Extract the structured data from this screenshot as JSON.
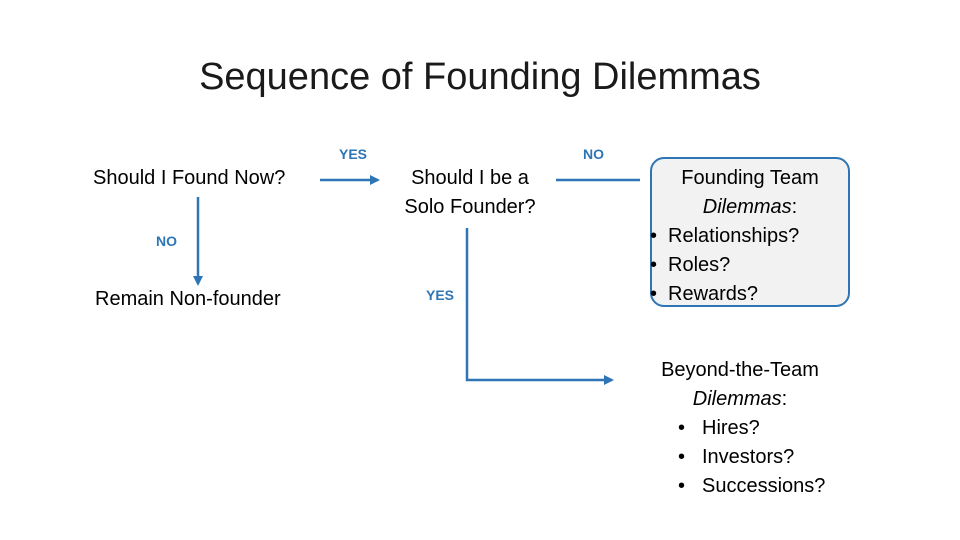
{
  "title": "Sequence of Founding Dilemmas",
  "nodes": {
    "found_now": "Should I Found Now?",
    "remain": "Remain Non-founder",
    "solo_line1": "Should I be a",
    "solo_line2": "Solo Founder?",
    "team_heading": "Founding Team",
    "team_dilemmas": "Dilemmas",
    "team_items": [
      "Relationships?",
      "Roles?",
      "Rewards?"
    ],
    "beyond_heading": "Beyond-the-Team",
    "beyond_dilemmas": "Dilemmas",
    "beyond_items": [
      "Hires?",
      "Investors?",
      "Successions?"
    ],
    "colon": ":"
  },
  "edges": {
    "found_to_solo": "YES",
    "found_to_remain": "NO",
    "solo_to_team": "NO",
    "solo_to_beyond": "YES"
  },
  "colors": {
    "accent": "#2e75b6",
    "box_fill": "#f2f2f2"
  }
}
